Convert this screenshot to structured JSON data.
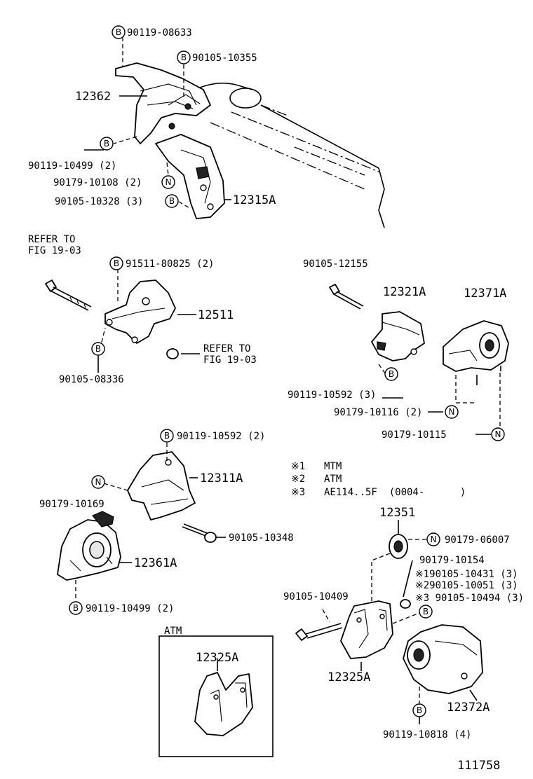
{
  "markers": {
    "B": "B",
    "N": "N"
  },
  "labels": {
    "l1": "90119-08633",
    "l2": "90105-10355",
    "l3": "12362",
    "l4": "90119-10499 (2)",
    "l5": "90179-10108 (2)",
    "l6": "90105-10328 (3)",
    "l7": "12315A",
    "l8a": "REFER TO",
    "l8b": "FIG 19-03",
    "l9": "91511-80825 (2)",
    "l10": "12511",
    "l11a": "REFER TO",
    "l11b": "FIG 19-03",
    "l12": "90105-08336",
    "l13": "90105-12155",
    "l14": "12321A",
    "l15": "12371A",
    "l16": "90119-10592 (3)",
    "l17": "90179-10116 (2)",
    "l18": "90179-10115",
    "l19": "90119-10592 (2)",
    "l20": "12311A",
    "l21": "90179-10169",
    "l22": "90105-10348",
    "l23": "12361A",
    "l24": "90119-10499 (2)",
    "l25": "12351",
    "l26": "90179-06007",
    "l27": "90179-10154",
    "l28": "※190105-10431 (3)",
    "l29": "※290105-10051 (3)",
    "l30": "※3 90105-10494 (3)",
    "l31": "90105-10409",
    "l32": "12325A",
    "l33": "12372A",
    "l34": "90119-10818 (4)",
    "l35": "ATM",
    "l36": "12325A",
    "fig": "111758"
  },
  "notes": [
    {
      "mark": "※1",
      "text": "MTM"
    },
    {
      "mark": "※2",
      "text": "ATM"
    },
    {
      "mark": "※3",
      "text": "AE114..5F  (0004-      )"
    }
  ]
}
